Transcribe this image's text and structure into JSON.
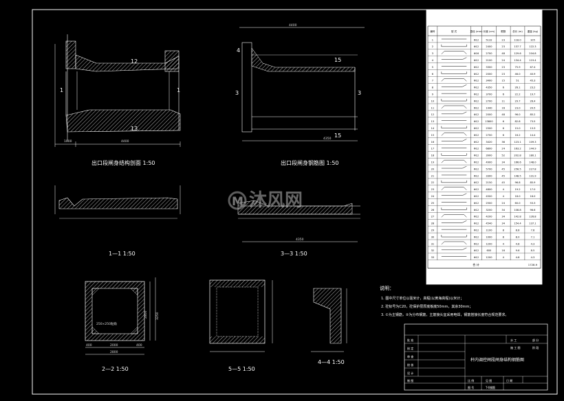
{
  "title": "",
  "watermark": {
    "logo_letter": "M",
    "text": "沐风网"
  },
  "views": {
    "outlet_plan": {
      "caption": "出口段闸身结构剖面 1:50",
      "dims": [
        "1000",
        "4400"
      ],
      "marks": [
        "1",
        "1",
        "13",
        "12"
      ]
    },
    "outlet_section": {
      "caption": "出口段闸身钢筋图 1:50",
      "dims": [
        "4400",
        "4350"
      ],
      "marks": [
        "15",
        "15",
        "3",
        "3",
        "4"
      ]
    },
    "sec_1_1": {
      "caption": "1—1 1:50"
    },
    "sec_3_3": {
      "caption": "3—3 1:50",
      "dims": [
        "4350"
      ]
    },
    "sec_2_2": {
      "caption": "2—2 1:50",
      "inner_label": "250×250贴角",
      "dims": [
        "400",
        "2000",
        "400",
        "2800",
        "2800",
        "3250"
      ]
    },
    "sec_5_5": {
      "caption": "5—5 1:50"
    },
    "sec_4_4": {
      "caption": "4—4 1:50"
    }
  },
  "rebar_table": {
    "title": "钢 筋 表",
    "headers": [
      "编号",
      "型 式",
      "直径 (mm)",
      "长度 (cm)",
      "根数",
      "总长 (m)",
      "重量 (kg)"
    ],
    "rows": [
      [
        "1",
        "",
        "Φ12",
        "5132",
        "23",
        "118.0",
        "105"
      ],
      [
        "2",
        "",
        "Φ12",
        "2400",
        "23",
        "137.7",
        "122.3"
      ],
      [
        "3",
        "",
        "Φ16",
        "2700",
        "48",
        "129.6",
        "204.8"
      ],
      [
        "4",
        "",
        "Φ12",
        "2100",
        "24",
        "134.4",
        "119.4"
      ],
      [
        "5",
        "",
        "Φ12",
        "3300",
        "23",
        "75.9",
        "67.4"
      ],
      [
        "6",
        "",
        "Φ12",
        "2000",
        "23",
        "46.0",
        "40.9"
      ],
      [
        "7",
        "",
        "Φ12",
        "3400",
        "15",
        "51",
        "45.3"
      ],
      [
        "8",
        "",
        "Φ12",
        "4350",
        "6",
        "26.1",
        "23.2"
      ],
      [
        "9",
        "",
        "Φ12",
        "3700",
        "6",
        "22.2",
        "19.7"
      ],
      [
        "10",
        "",
        "Φ12",
        "2700",
        "11",
        "29.7",
        "26.4"
      ],
      [
        "11",
        "",
        "Φ12",
        "1440",
        "16",
        "23.0",
        "20.5"
      ],
      [
        "12",
        "",
        "Φ12",
        "2000",
        "48",
        "96.0",
        "85.2"
      ],
      [
        "13",
        "",
        "Φ12",
        "13800",
        "6",
        "82.8",
        "73.5"
      ],
      [
        "14",
        "",
        "Φ12",
        "2500",
        "6",
        "15.0",
        "13.3"
      ],
      [
        "15",
        "",
        "Φ12",
        "2700",
        "6",
        "16.2",
        "14.4"
      ],
      [
        "16",
        "",
        "Φ12",
        "3420",
        "36",
        "123.1",
        "109.3"
      ],
      [
        "17",
        "",
        "Φ12",
        "6800",
        "24",
        "163.2",
        "144.9"
      ],
      [
        "18",
        "",
        "Φ12",
        "3900",
        "52",
        "202.8",
        "180.1"
      ],
      [
        "19",
        "",
        "Φ12",
        "4900",
        "34",
        "166.6",
        "148.0"
      ],
      [
        "20",
        "",
        "Φ12",
        "5700",
        "45",
        "256.5",
        "227.8"
      ],
      [
        "21",
        "",
        "Φ12",
        "3300",
        "45",
        "148.5",
        "131.9"
      ],
      [
        "22",
        "",
        "Φ12",
        "2150",
        "45",
        "96.8",
        "85.9"
      ],
      [
        "23",
        "",
        "Φ12",
        "4800",
        "4",
        "19.2",
        "17.0"
      ],
      [
        "24",
        "",
        "Φ12",
        "4500",
        "4",
        "18.0",
        "16.0"
      ],
      [
        "25",
        "",
        "Φ12",
        "2500",
        "24",
        "60.0",
        "53.3"
      ],
      [
        "26",
        "",
        "Φ12",
        "3200",
        "34",
        "108.8",
        "96.6"
      ],
      [
        "27",
        "",
        "Φ12",
        "4200",
        "34",
        "142.8",
        "126.8"
      ],
      [
        "28",
        "",
        "Φ12",
        "4540",
        "34",
        "154.4",
        "137.1"
      ],
      [
        "29",
        "",
        "Φ12",
        "1100",
        "8",
        "8.8",
        "7.8"
      ],
      [
        "30",
        "",
        "Φ12",
        "1000",
        "8",
        "8.0",
        "7.1"
      ],
      [
        "31",
        "",
        "Φ12",
        "1200",
        "4",
        "4.8",
        "4.3"
      ],
      [
        "32",
        "",
        "Φ12",
        "600",
        "16",
        "9.6",
        "8.5"
      ],
      [
        "33",
        "",
        "Φ12",
        "1200",
        "4",
        "4.8",
        "4.3"
      ]
    ],
    "total_label": "合 计",
    "total_value": "1728.9"
  },
  "notes": {
    "heading": "说明：",
    "items": [
      "1. 图中尺寸单位以毫米计，高程(以黄海高程)以米计；",
      "2. 砼标号为C20，砼保护层厚底板底50mm，其余30mm；",
      "3. ①为主钢筋，②为分布钢筋，主筋接头宜采用电焊，钢筋搭接长度符合规范要求。"
    ]
  },
  "title_block": {
    "left_labels": [
      "批 准",
      "核 定",
      "审 查",
      "校 核",
      "设 计",
      "制 图"
    ],
    "right_top": [
      "水 工",
      "部 分"
    ],
    "right_mid": [
      "施 工 图",
      "阶 段"
    ],
    "drawing_title": "杆内调控闸段闸身结构钢筋图",
    "bottom_row": [
      "比 例",
      "见 图",
      "日 期",
      ""
    ],
    "bottom_row2": [
      "图 号",
      "T-6钢筋"
    ]
  },
  "colors": {
    "background": "#000000",
    "lines": "#ffffff",
    "table_bg": "#ffffff",
    "table_text": "#000000"
  }
}
